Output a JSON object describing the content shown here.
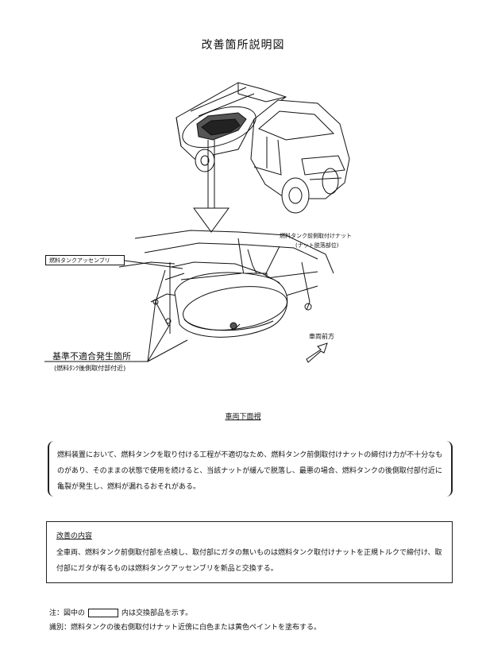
{
  "title": "改善箇所説明図",
  "labels": {
    "assembly": "燃料タンクアッセンブリ",
    "front_nut": "燃料タンク前側取付けナット",
    "front_nut_sub": "(ナット脱落部位)",
    "direction": "車両前方",
    "defect": "基準不適合発生箇所",
    "defect_sub": "(燃料ﾀﾝｸ後側取付部付近)"
  },
  "view_caption": "車両下面視",
  "description": "燃料装置において、燃料タンクを取り付ける工程が不適切なため、燃料タンク前側取付けナットの締付け力が不十分なものがあり、そのままの状態で使用を続けると、当該ナットが緩んで脱落し、最悪の場合、燃料タンクの後側取付部付近に亀裂が発生し、燃料が漏れるおそれがある。",
  "remedy": {
    "title": "改善の内容",
    "text": "全車両、燃料タンク前側取付部を点検し、取付部にガタの無いものは燃料タンク取付けナットを正規トルクで締付け、取付部にガタが有るものは燃料タンクアッセンブリを新品と交換する。"
  },
  "notes": {
    "line1_prefix": "注：図中の",
    "line1_suffix": "内は交換部品を示す。",
    "line2": "識別：燃料タンクの後右側取付けナット近傍に白色または黄色ペイントを塗布する。"
  }
}
